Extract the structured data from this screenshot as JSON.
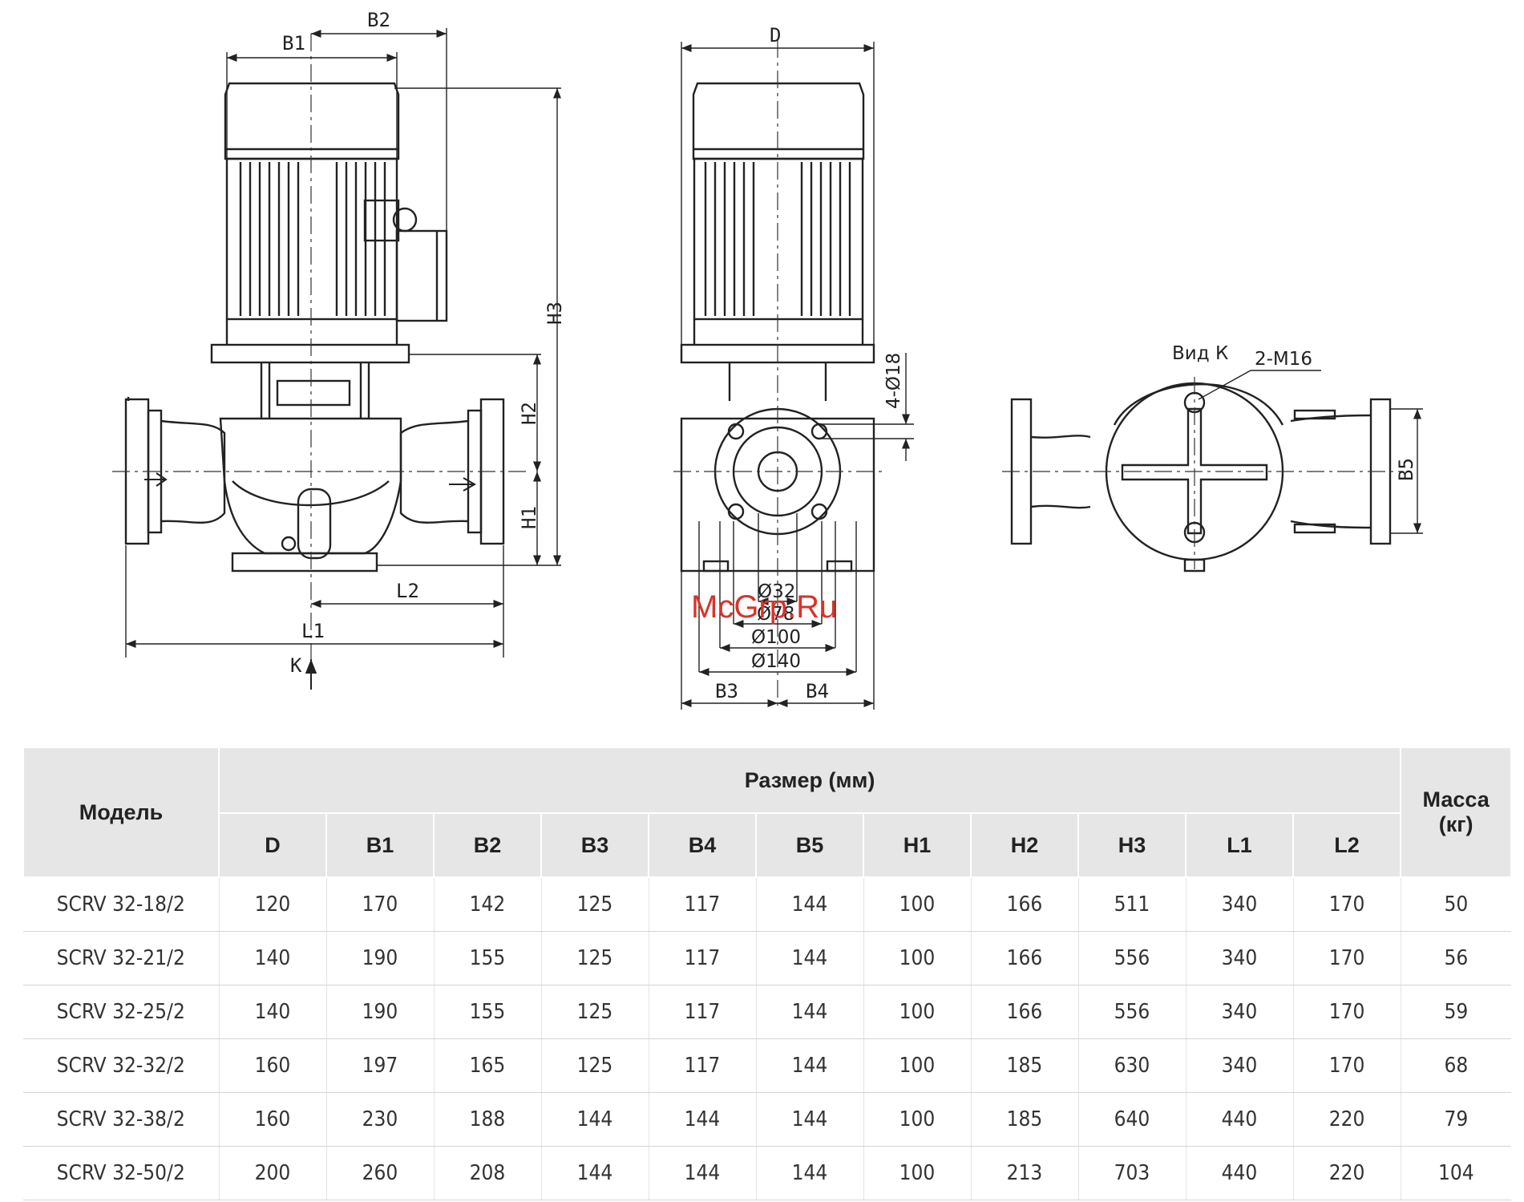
{
  "drawing": {
    "front_view": {
      "labels": {
        "b1": "B1",
        "b2": "B2",
        "h1": "H1",
        "h2": "H2",
        "h3": "H3",
        "l1": "L1",
        "l2": "L2",
        "k": "K"
      }
    },
    "side_view": {
      "labels": {
        "d": "D",
        "holes": "4-Ø18",
        "d32": "Ø32",
        "d78": "Ø78",
        "d100": "Ø100",
        "d140": "Ø140",
        "b3": "B3",
        "b4": "B4"
      }
    },
    "view_k": {
      "labels": {
        "title": "Вид К",
        "thread": "2-М16",
        "b5": "B5"
      }
    },
    "watermark": "McGrp.Ru"
  },
  "table": {
    "model_header": "Модель",
    "size_header": "Размер (мм)",
    "mass_header": "Масса (кг)",
    "columns": [
      "D",
      "B1",
      "B2",
      "B3",
      "B4",
      "B5",
      "H1",
      "H2",
      "H3",
      "L1",
      "L2"
    ],
    "rows": [
      {
        "model": "SCRV 32-18/2",
        "values": [
          "120",
          "170",
          "142",
          "125",
          "117",
          "144",
          "100",
          "166",
          "511",
          "340",
          "170"
        ],
        "mass": "50"
      },
      {
        "model": "SCRV 32-21/2",
        "values": [
          "140",
          "190",
          "155",
          "125",
          "117",
          "144",
          "100",
          "166",
          "556",
          "340",
          "170"
        ],
        "mass": "56"
      },
      {
        "model": "SCRV 32-25/2",
        "values": [
          "140",
          "190",
          "155",
          "125",
          "117",
          "144",
          "100",
          "166",
          "556",
          "340",
          "170"
        ],
        "mass": "59"
      },
      {
        "model": "SCRV 32-32/2",
        "values": [
          "160",
          "197",
          "165",
          "125",
          "117",
          "144",
          "100",
          "185",
          "630",
          "340",
          "170"
        ],
        "mass": "68"
      },
      {
        "model": "SCRV 32-38/2",
        "values": [
          "160",
          "230",
          "188",
          "144",
          "144",
          "144",
          "100",
          "185",
          "640",
          "440",
          "220"
        ],
        "mass": "79"
      },
      {
        "model": "SCRV 32-50/2",
        "values": [
          "200",
          "260",
          "208",
          "144",
          "144",
          "144",
          "100",
          "213",
          "703",
          "440",
          "220"
        ],
        "mass": "104"
      }
    ]
  }
}
